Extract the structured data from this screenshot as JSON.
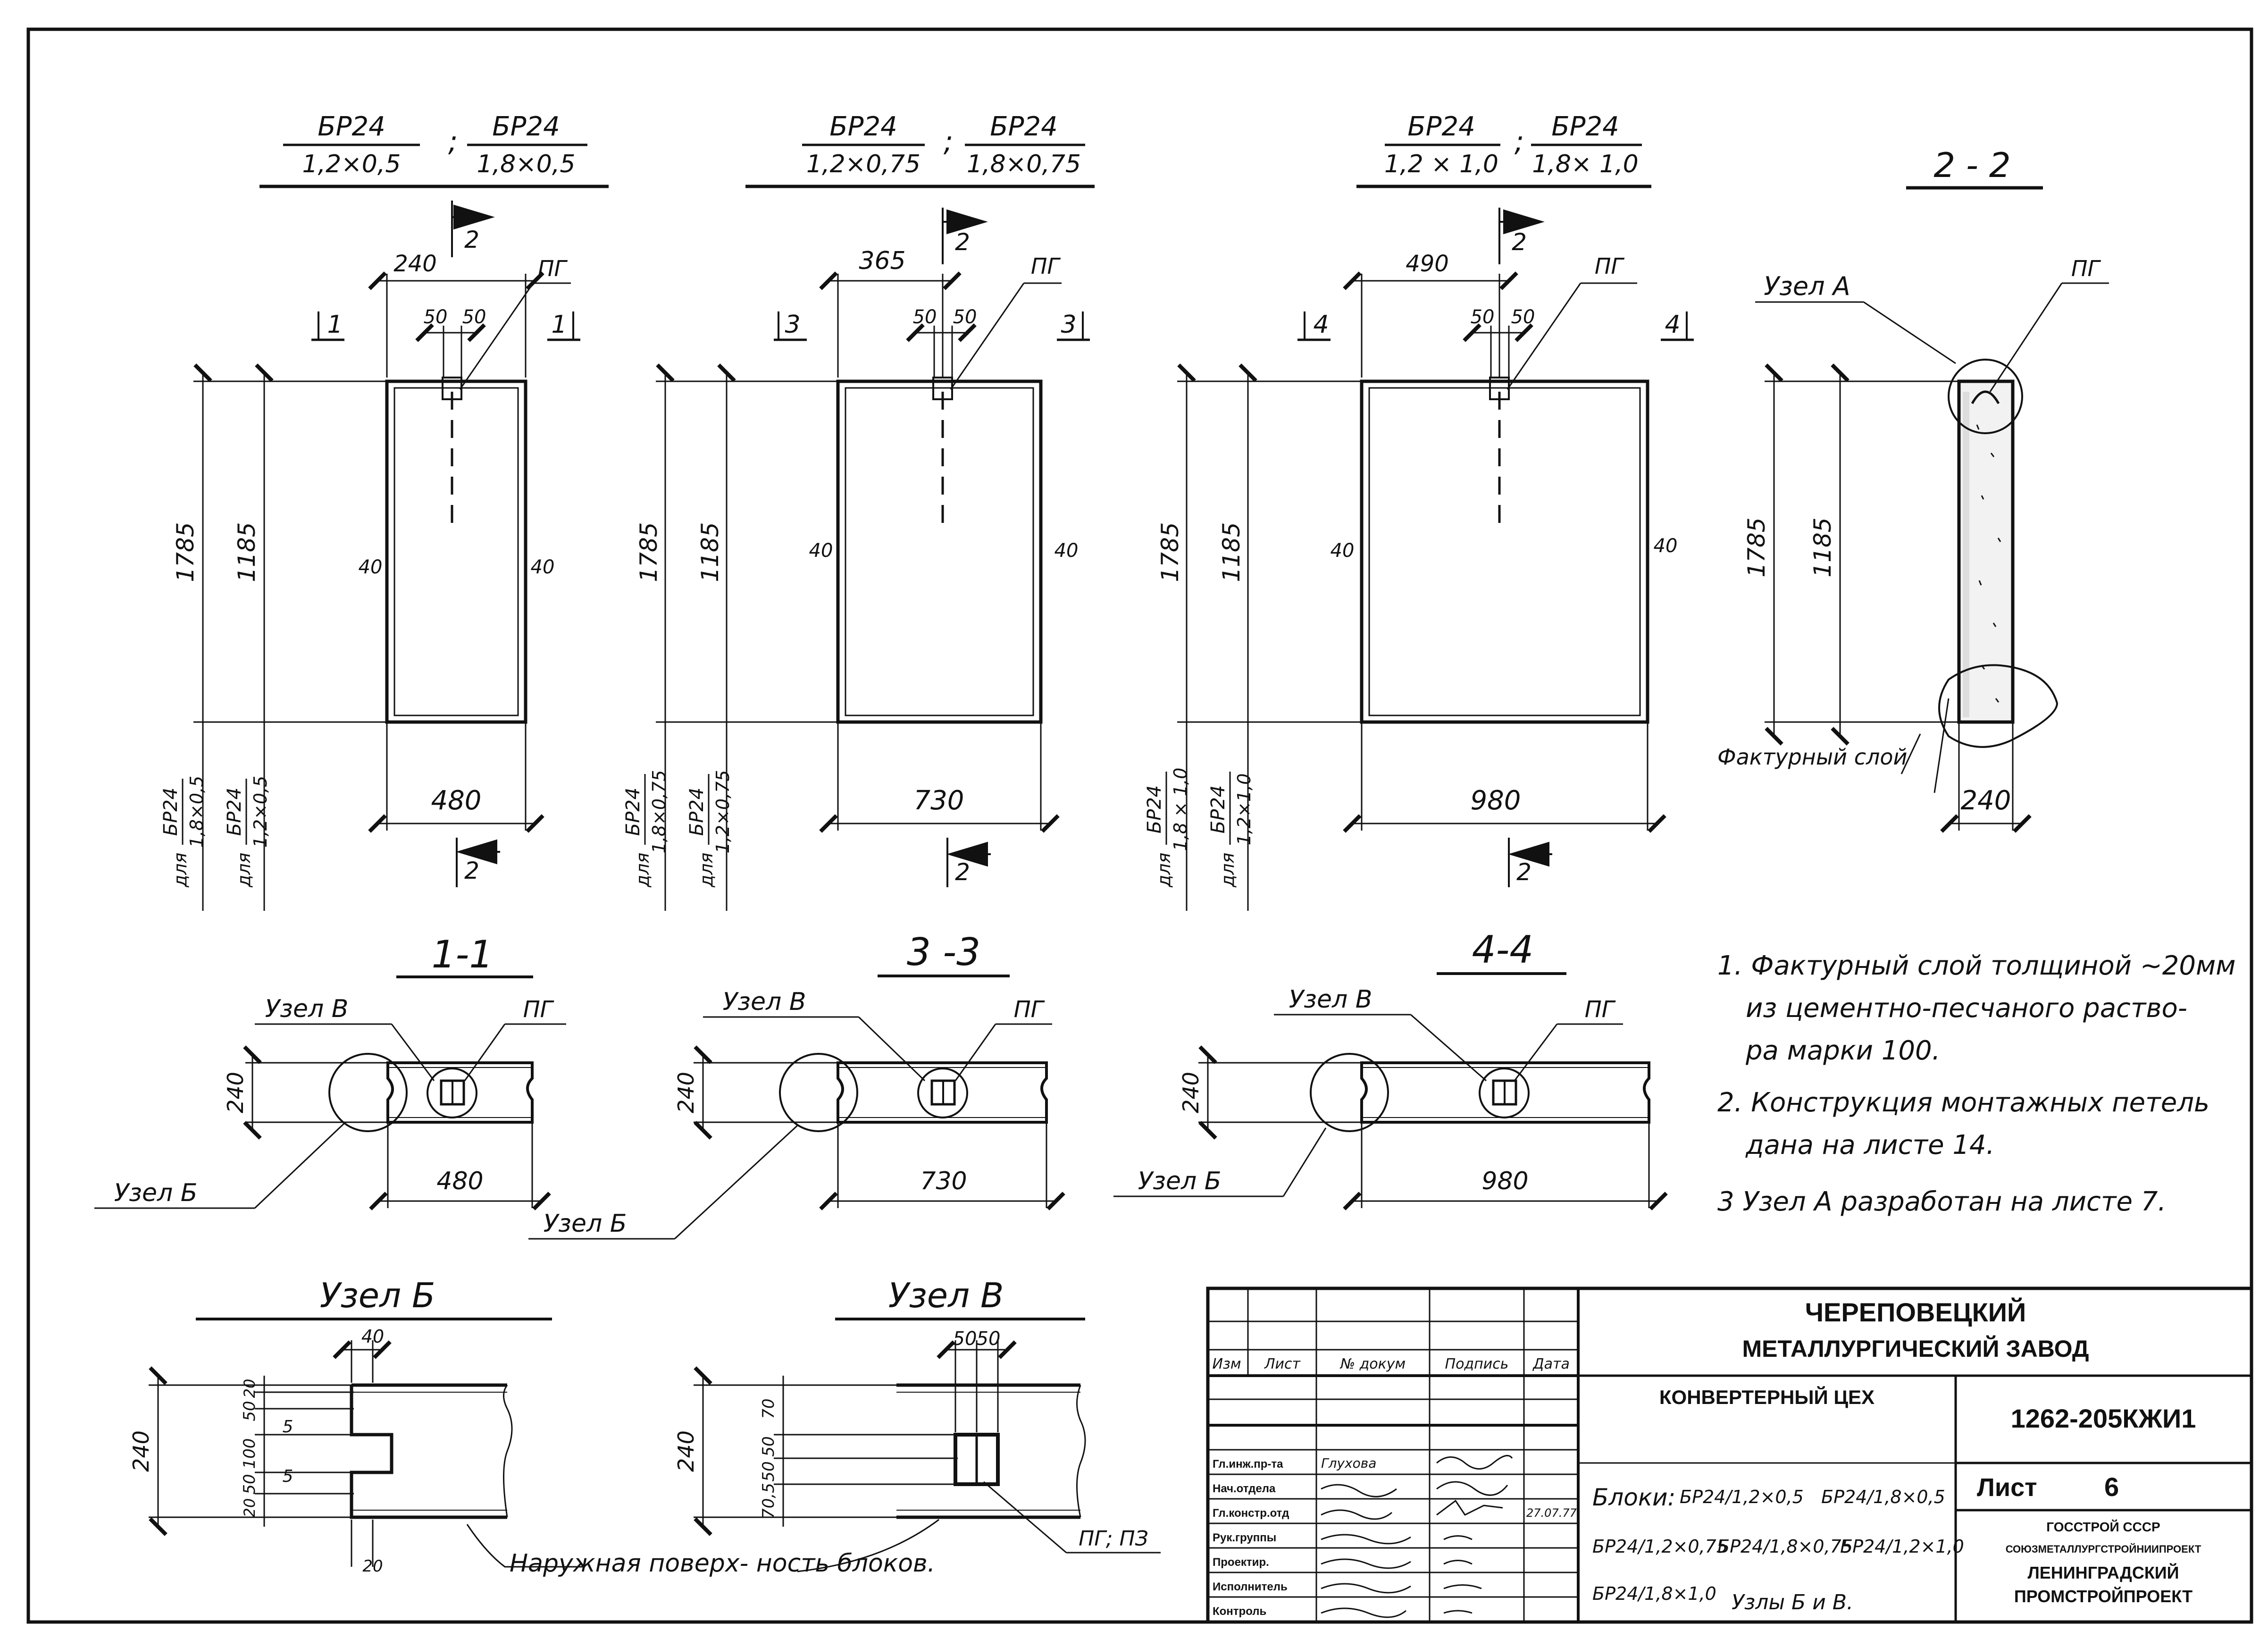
{
  "colors": {
    "ink": "#111111",
    "paper": "#ffffff"
  },
  "views": [
    {
      "head": {
        "num_a": "БР24",
        "den_a": "1,2×0,5",
        "num_b": "БР24",
        "den_b": "1,8×0,5"
      },
      "width_top": "240",
      "web_a": "50",
      "web_b": "50",
      "loop_top": "ПГ",
      "h_total": "1785",
      "h_inner": "1185",
      "side_left": "40",
      "side_right": "40",
      "width_bottom": "480",
      "cut_lbl": "1",
      "sec_lbl": "2",
      "for_a": {
        "pre": "для",
        "num": "БР24",
        "den": "1,8×0,5"
      },
      "for_b": {
        "pre": "для",
        "num": "БР24",
        "den": "1,2×0,5"
      }
    },
    {
      "head": {
        "num_a": "БР24",
        "den_a": "1,2×0,75",
        "num_b": "БР24",
        "den_b": "1,8×0,75"
      },
      "width_top": "365",
      "web_a": "50",
      "web_b": "50",
      "loop_top": "ПГ",
      "h_total": "1785",
      "h_inner": "1185",
      "side_left": "40",
      "side_right": "40",
      "width_bottom": "730",
      "cut_lbl": "3",
      "sec_lbl": "2",
      "for_a": {
        "pre": "для",
        "num": "БР24",
        "den": "1,8×0,75"
      },
      "for_b": {
        "pre": "для",
        "num": "БР24",
        "den": "1,2×0,75"
      }
    },
    {
      "head": {
        "num_a": "БР24",
        "den_a": "1,2 × 1,0",
        "num_b": "БР24",
        "den_b": "1,8× 1,0"
      },
      "width_top": "490",
      "web_a": "50",
      "web_b": "50",
      "loop_top": "ПГ",
      "h_total": "1785",
      "h_inner": "1185",
      "side_left": "40",
      "side_right": "40",
      "width_bottom": "980",
      "cut_lbl": "4",
      "sec_lbl": "2",
      "for_a": {
        "pre": "для",
        "num": "БР24",
        "den": "1,8 × 1,0"
      },
      "for_b": {
        "pre": "для",
        "num": "БР24",
        "den": "1,2×1,0"
      }
    }
  ],
  "section22": {
    "title": "2 - 2",
    "node_a": "Узел А",
    "loop": "ПГ",
    "h_total": "1785",
    "h_inner": "1185",
    "width": "240",
    "layer": "Фактурный слой"
  },
  "cuts": [
    {
      "title": "1-1",
      "node_b": "Узел В",
      "loop": "ПГ",
      "thick": "240",
      "width": "480",
      "node_bb": "Узел Б"
    },
    {
      "title": "3 -3",
      "node_b": "Узел В",
      "loop": "ПГ",
      "thick": "240",
      "width": "730",
      "node_bb": "Узел Б"
    },
    {
      "title": "4-4",
      "node_b": "Узел В",
      "loop": "ПГ",
      "thick": "240",
      "width": "980",
      "node_bb": "Узел Б"
    }
  ],
  "node_b_detail": {
    "title": "Узел Б",
    "top": "40",
    "total": "240",
    "d1": "20",
    "d2": "50",
    "d3": "100",
    "d4": "50",
    "d5": "20",
    "s1": "5",
    "s2": "5",
    "bottom": "20",
    "surface_note": "Наружная поверх- ность блоков."
  },
  "node_v_detail": {
    "title": "Узел В",
    "w1": "50",
    "w2": "50",
    "total": "240",
    "d1": "70,5",
    "d2": "50",
    "d3": "50",
    "d4": "70",
    "loop": "ПГ; ПЗ"
  },
  "notes": [
    "1. Фактурный слой толщиной ~20мм",
    "из цементно-песчаного раство-",
    "ра марки 100.",
    "2. Конструкция монтажных петель",
    "дана на листе 14.",
    "3 Узел А разработан на листе 7."
  ],
  "title_block": {
    "org1": "ЧЕРЕПОВЕЦКИЙ",
    "org2": "МЕТАЛЛУРГИЧЕСКИЙ ЗАВОД",
    "shop": "КОНВЕРТЕРНЫЙ ЦЕХ",
    "code": "1262-205КЖИ1",
    "sheet_label": "Лист",
    "sheet_no": "6",
    "head_cols": [
      "Изм",
      "Лист",
      "№ докум",
      "Подпись",
      "Дата"
    ],
    "roles": [
      "Гл.инж.пр-та",
      "Нач.отдела",
      "Гл.констр.отд",
      "Рук.группы",
      "Проектир.",
      "Исполнитель",
      "Контроль"
    ],
    "names": [
      "Глухова",
      "",
      "",
      "",
      "",
      "",
      ""
    ],
    "date_note": "27.07.77",
    "desc_prefix": "Блоки:",
    "desc_items": [
      "БР24/1,2×0,5",
      "БР24/1,8×0,5",
      "БР24/1,2×0,75",
      "БР24/1,8×0,75",
      "БР24/1,2×1,0",
      "БР24/1,8×1,0"
    ],
    "desc_suffix": "Узлы Б и В.",
    "issuer1": "ГОССТРОЙ СССР",
    "issuer2": "СОЮЗМЕТАЛЛУРГСТРОЙНИИПРОЕКТ",
    "issuer3": "ЛЕНИНГРАДСКИЙ",
    "issuer4": "ПРОМСТРОЙПРОЕКТ"
  }
}
